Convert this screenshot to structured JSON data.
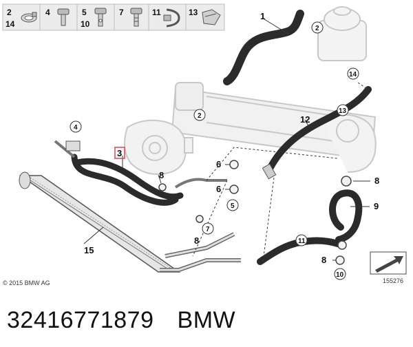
{
  "legend": [
    {
      "top": "2",
      "bottom": "14",
      "icon": "hose-clamp-icon"
    },
    {
      "top": "4",
      "bottom": "",
      "icon": "bolt-icon"
    },
    {
      "top": "5",
      "bottom": "10",
      "icon": "hollow-bolt-icon"
    },
    {
      "top": "7",
      "bottom": "",
      "icon": "banjo-bolt-icon"
    },
    {
      "top": "11",
      "bottom": "",
      "icon": "hose-clip-icon"
    },
    {
      "top": "13",
      "bottom": "",
      "icon": "holder-clip-icon"
    }
  ],
  "callouts": {
    "n1": "1",
    "n2a": "2",
    "n2b": "2",
    "n3": "3",
    "n4": "4",
    "n5": "5",
    "n6a": "6",
    "n6b": "6",
    "n7": "7",
    "n8a": "8",
    "n8b": "8",
    "n8c": "8",
    "n8d": "8",
    "n9": "9",
    "n10": "10",
    "n11": "11",
    "n12": "12",
    "n13": "13",
    "n14": "14",
    "n15": "15"
  },
  "copyright": "© 2015 BMW AG",
  "diagram_id": "155276",
  "part_number": "32416771879",
  "brand": "BMW",
  "colors": {
    "hose": "#2b2b2b",
    "highlight": "#e0404f",
    "ghost": "#c8c8c8",
    "legend_bg": "#ececec"
  }
}
